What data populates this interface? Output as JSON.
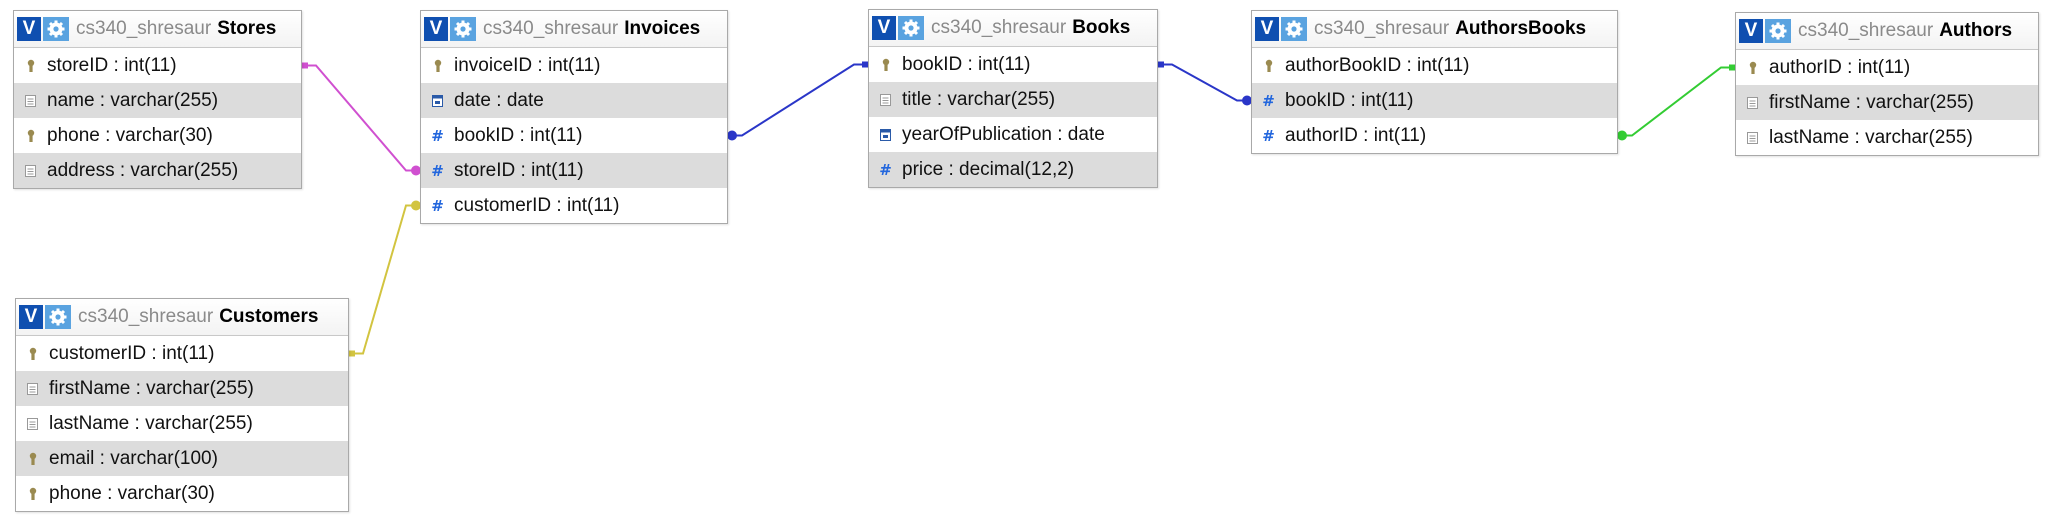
{
  "tables": [
    {
      "key": "stores",
      "db": "cs340_shresaur",
      "name": "Stores",
      "columns": [
        {
          "text": "storeID : int(11)",
          "icon": "key-icon"
        },
        {
          "text": "name : varchar(255)",
          "icon": "text-field-icon"
        },
        {
          "text": "phone : varchar(30)",
          "icon": "key-icon"
        },
        {
          "text": "address : varchar(255)",
          "icon": "text-field-icon"
        }
      ]
    },
    {
      "key": "invoices",
      "db": "cs340_shresaur",
      "name": "Invoices",
      "columns": [
        {
          "text": "invoiceID : int(11)",
          "icon": "key-icon"
        },
        {
          "text": "date : date",
          "icon": "date-field-icon"
        },
        {
          "text": "bookID : int(11)",
          "icon": "hash-icon"
        },
        {
          "text": "storeID : int(11)",
          "icon": "hash-icon"
        },
        {
          "text": "customerID : int(11)",
          "icon": "hash-icon"
        }
      ]
    },
    {
      "key": "books",
      "db": "cs340_shresaur",
      "name": "Books",
      "columns": [
        {
          "text": "bookID : int(11)",
          "icon": "key-icon"
        },
        {
          "text": "title : varchar(255)",
          "icon": "text-field-icon"
        },
        {
          "text": "yearOfPublication : date",
          "icon": "date-field-icon"
        },
        {
          "text": "price : decimal(12,2)",
          "icon": "hash-icon"
        }
      ]
    },
    {
      "key": "authorsbooks",
      "db": "cs340_shresaur",
      "name": "AuthorsBooks",
      "columns": [
        {
          "text": "authorBookID : int(11)",
          "icon": "key-icon"
        },
        {
          "text": "bookID : int(11)",
          "icon": "hash-icon"
        },
        {
          "text": "authorID : int(11)",
          "icon": "hash-icon"
        }
      ]
    },
    {
      "key": "authors",
      "db": "cs340_shresaur",
      "name": "Authors",
      "columns": [
        {
          "text": "authorID : int(11)",
          "icon": "key-icon"
        },
        {
          "text": "firstName : varchar(255)",
          "icon": "text-field-icon"
        },
        {
          "text": "lastName : varchar(255)",
          "icon": "text-field-icon"
        }
      ]
    },
    {
      "key": "customers",
      "db": "cs340_shresaur",
      "name": "Customers",
      "columns": [
        {
          "text": "customerID : int(11)",
          "icon": "key-icon"
        },
        {
          "text": "firstName : varchar(255)",
          "icon": "text-field-icon"
        },
        {
          "text": "lastName : varchar(255)",
          "icon": "text-field-icon"
        },
        {
          "text": "email : varchar(100)",
          "icon": "key-icon"
        },
        {
          "text": "phone : varchar(30)",
          "icon": "key-icon"
        }
      ]
    }
  ],
  "toggle_label": "V",
  "relations": [
    {
      "from": "stores.storeID",
      "to": "invoices.storeID",
      "color": "#d050d0"
    },
    {
      "from": "customers.customerID",
      "to": "invoices.customerID",
      "color": "#d2c440"
    },
    {
      "from": "books.bookID",
      "to": "invoices.bookID",
      "color": "#2a36c8"
    },
    {
      "from": "books.bookID",
      "to": "authorsbooks.bookID",
      "color": "#2a36c8"
    },
    {
      "from": "authors.authorID",
      "to": "authorsbooks.authorID",
      "color": "#33cc33"
    }
  ],
  "colors": {
    "header_toggle": "#0f4fb0",
    "header_gear": "#5aa3e0",
    "alt_row": "#dcdcdc",
    "key_icon": "#9a8a50",
    "hash_icon": "#2266dd"
  }
}
